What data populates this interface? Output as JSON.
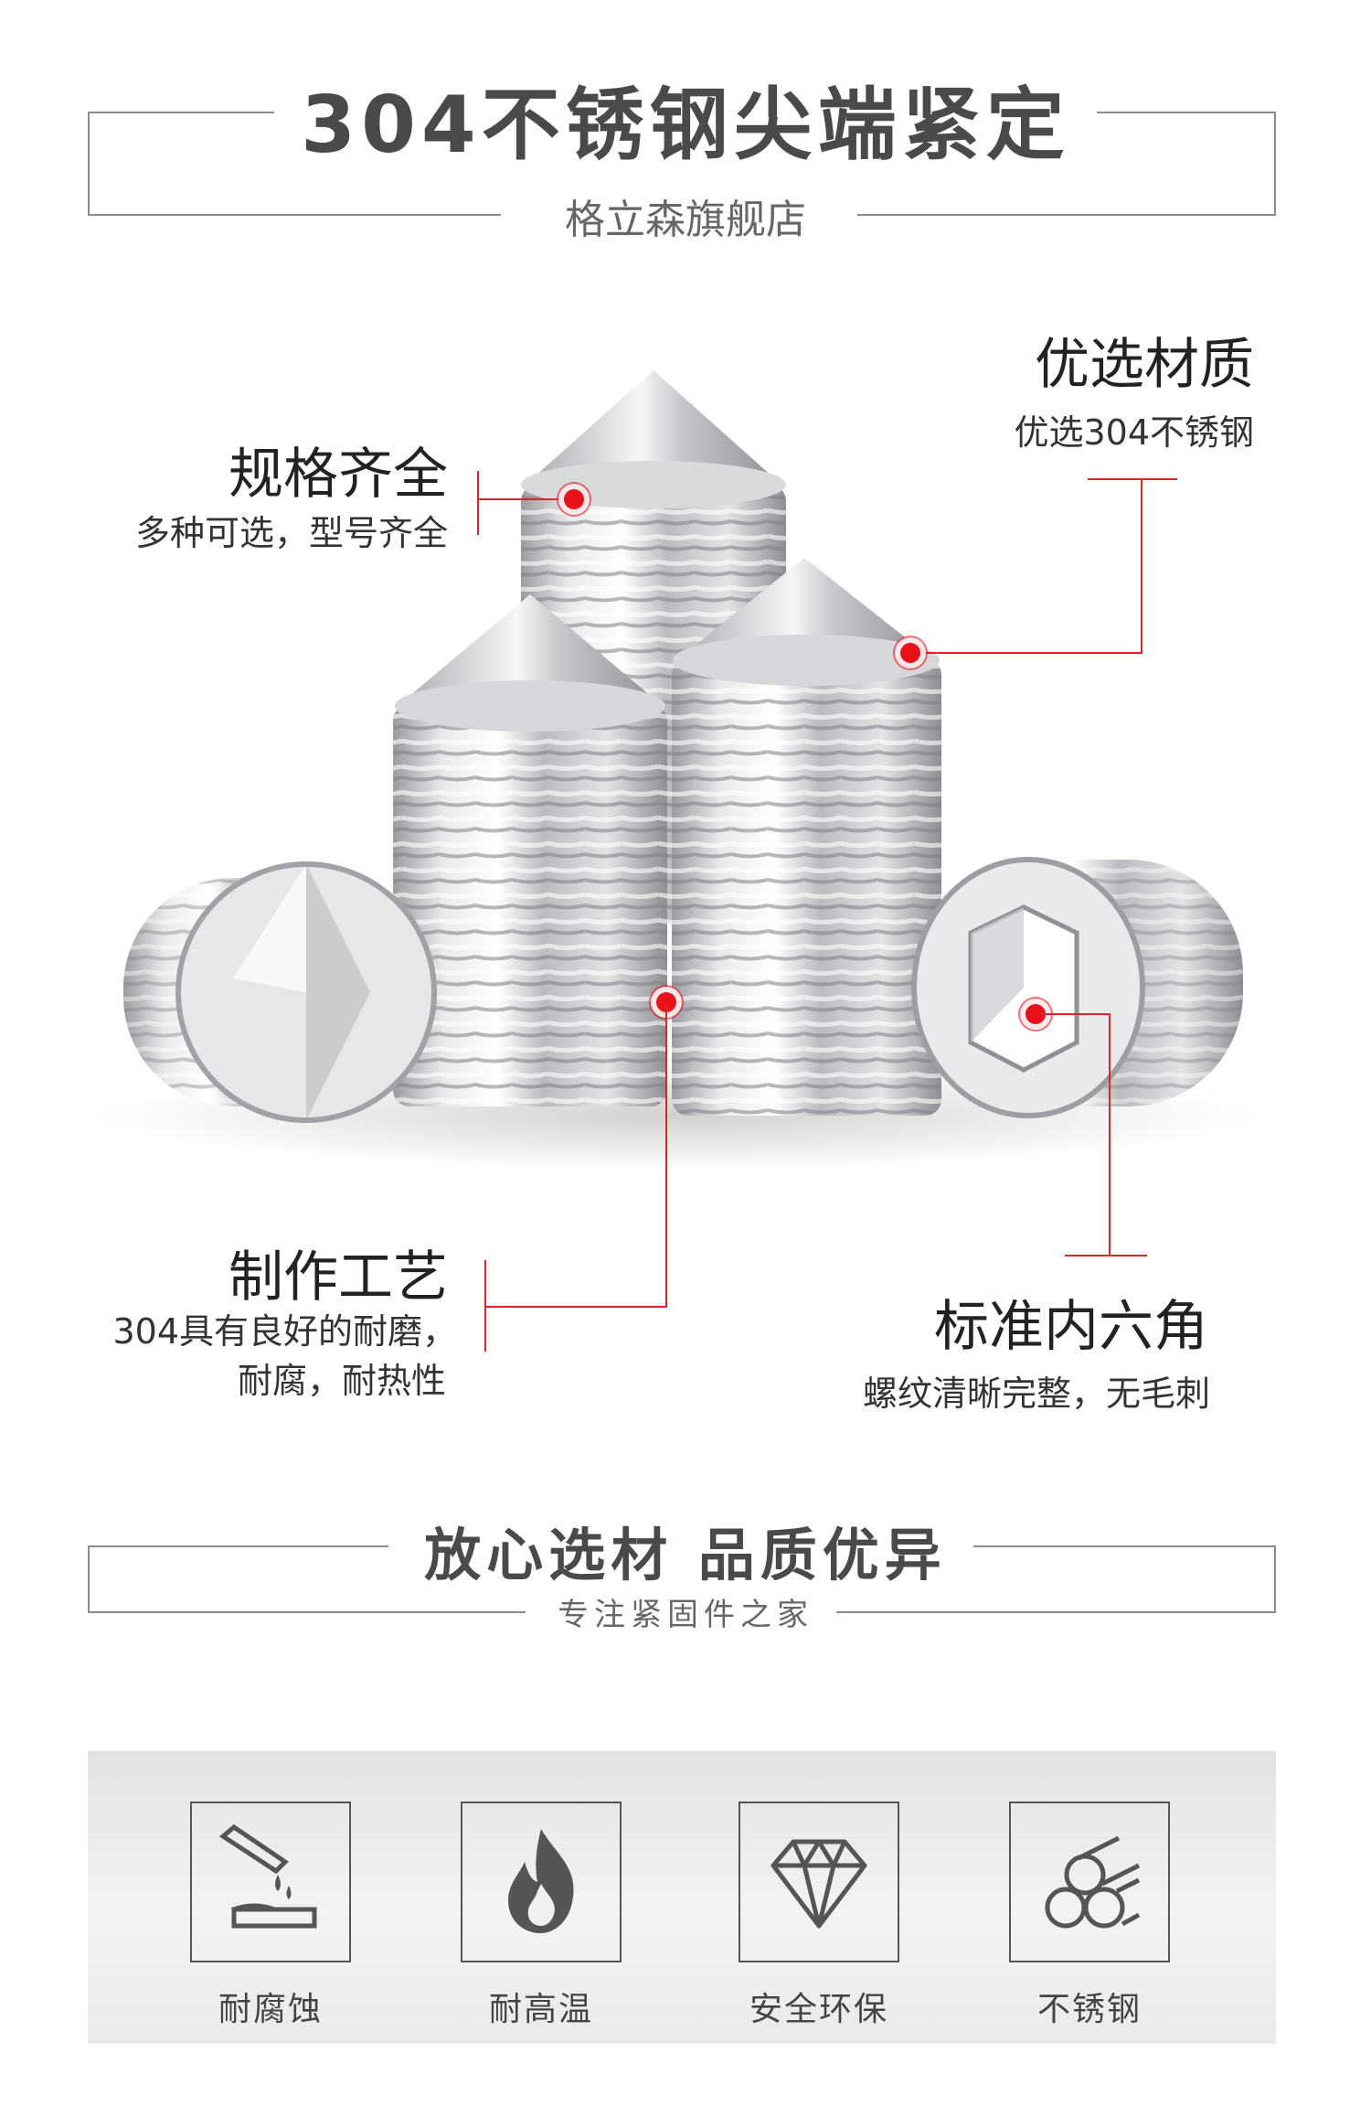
{
  "header": {
    "title": "304不锈钢尖端紧定",
    "subtitle": "格立森旗舰店"
  },
  "annotations": {
    "specs": {
      "title": "规格齐全",
      "desc": "多种可选，型号齐全"
    },
    "material": {
      "title": "优选材质",
      "desc": "优选304不锈钢"
    },
    "craft": {
      "title": "制作工艺",
      "desc_line1": "304具有良好的耐磨，",
      "desc_line2": "耐腐，耐热性"
    },
    "hex": {
      "title": "标准内六角",
      "desc": "螺纹清晰完整，无毛刺"
    }
  },
  "section2": {
    "title": "放心选材 品质优异",
    "subtitle": "专注紧固件之家"
  },
  "features": [
    {
      "icon": "corrosion-icon",
      "label": "耐腐蚀"
    },
    {
      "icon": "flame-icon",
      "label": "耐高温"
    },
    {
      "icon": "diamond-icon",
      "label": "安全环保"
    },
    {
      "icon": "steel-bars-icon",
      "label": "不锈钢"
    }
  ],
  "colors": {
    "accent": "#d8262b",
    "frame": "#8c8c8c",
    "title": "#4a4a4a"
  }
}
